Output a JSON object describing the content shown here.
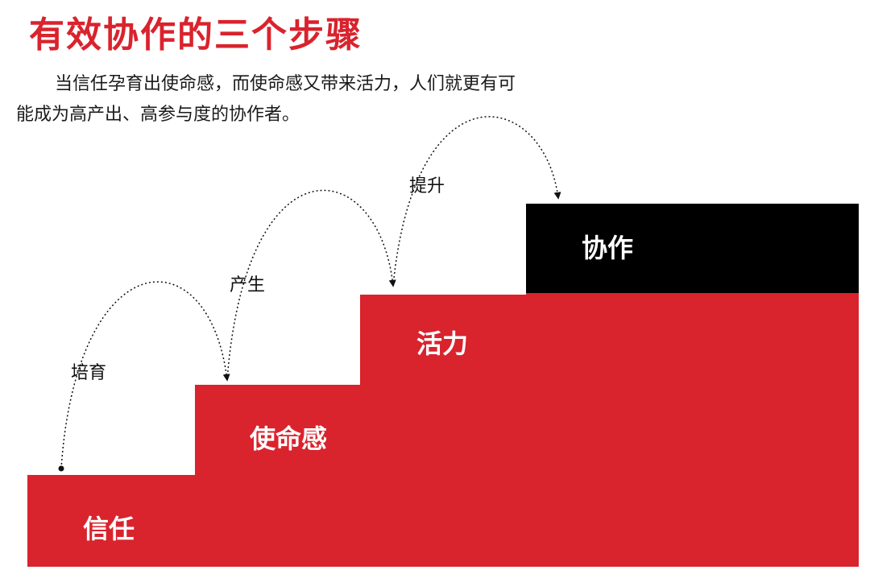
{
  "title": "有效协作的三个步骤",
  "intro": "当信任孕育出使命感，而使命感又带来活力，人们就更有可能成为高产出、高参与度的协作者。",
  "steps": [
    {
      "label": "信任",
      "color": "#d9232d"
    },
    {
      "label": "使命感",
      "color": "#d9232d"
    },
    {
      "label": "活力",
      "color": "#d9232d"
    },
    {
      "label": "协作",
      "color": "#000000"
    }
  ],
  "arrows": [
    {
      "label": "培育"
    },
    {
      "label": "产生"
    },
    {
      "label": "提升"
    }
  ]
}
